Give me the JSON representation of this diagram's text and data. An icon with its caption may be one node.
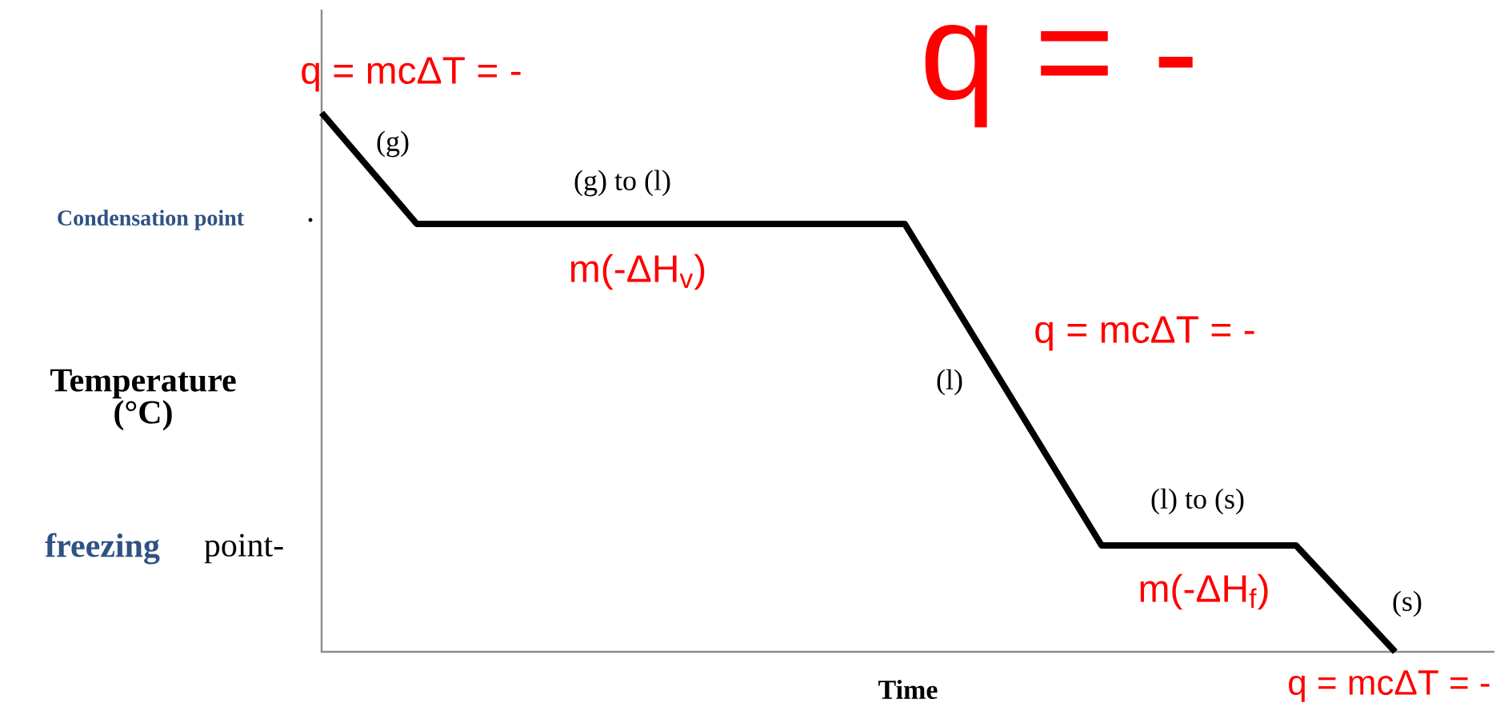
{
  "diagram": {
    "labels": [
      "q = mcΔT = -",
      "q = -",
      "(g)",
      "Condensation point",
      "(g) to (l)",
      "m(-ΔH$_{v}$)",
      "q = mcΔT = -",
      "(l)",
      "Temperature (°C)",
      "(l) to (s)",
      "freezing",
      "point-",
      "m(-ΔH$_{f}$)",
      "(s)",
      "Time",
      "q = mcΔT = -"
    ]
  }
}
